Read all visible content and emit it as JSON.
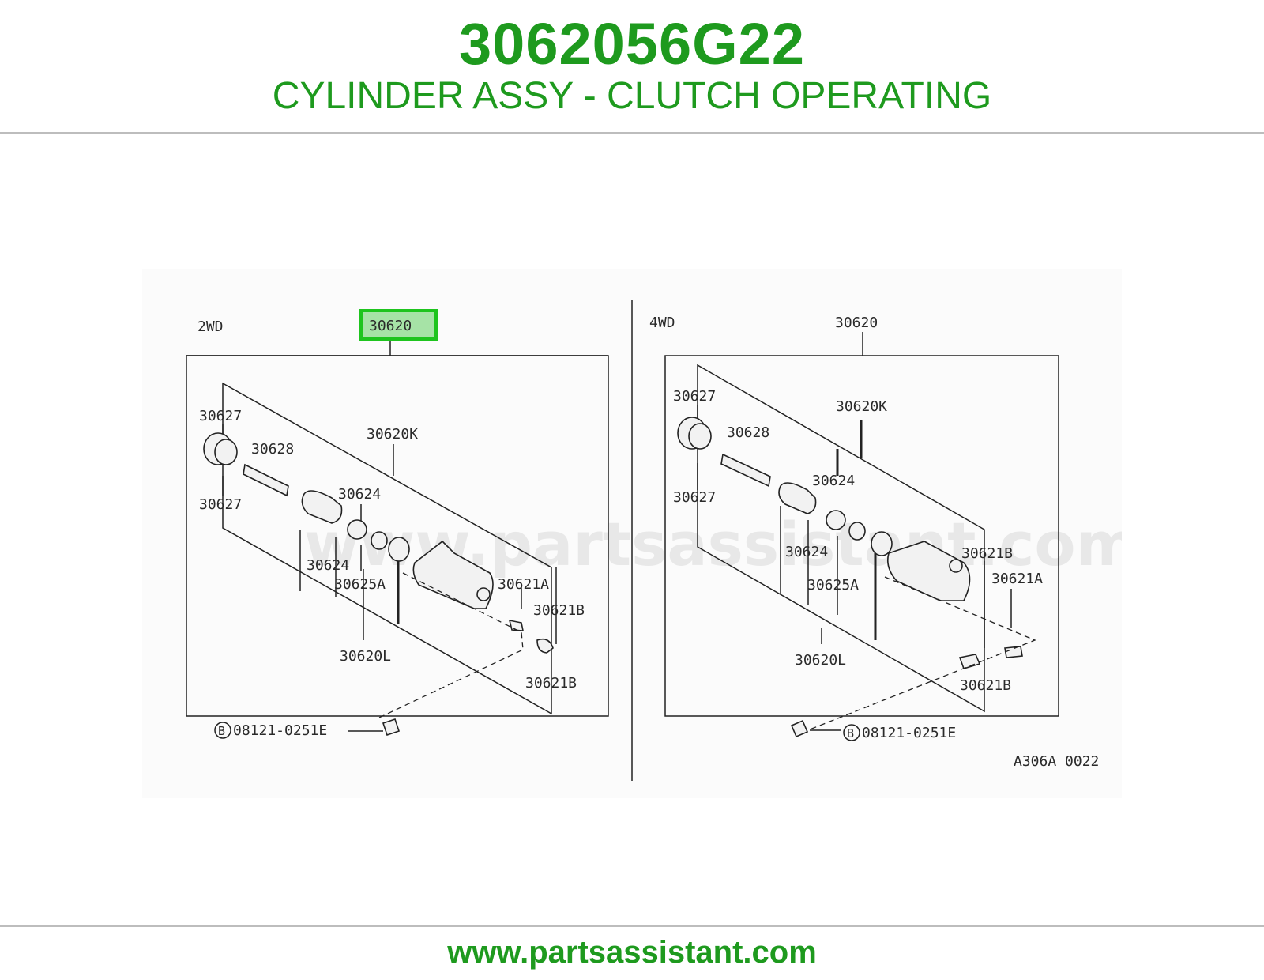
{
  "header": {
    "part_number": "3062056G22",
    "part_name": "CYLINDER ASSY - CLUTCH OPERATING"
  },
  "footer": {
    "url": "www.partsassistant.com"
  },
  "colors": {
    "brand_green": "#1e9a1e",
    "highlight_fill": "#a6e3a6",
    "highlight_border": "#1ec41e"
  },
  "diagram": {
    "watermark": "www.partsassistant.com",
    "figure_code": "A306A 0022",
    "left": {
      "variant": "2WD",
      "assembly": "30620",
      "labels": {
        "seal_top": "30627",
        "seal_bottom": "30627",
        "rod": "30628",
        "kit_k": "30620K",
        "piston_top": "30624",
        "piston_bottom": "30624",
        "ring": "30625A",
        "kit_l": "30620L",
        "bleeder_a": "30621A",
        "bleeder_b_top": "30621B",
        "bleeder_b_bottom": "30621B",
        "bolt_marker": "B",
        "bolt": "08121-0251E"
      }
    },
    "right": {
      "variant": "4WD",
      "assembly": "30620",
      "labels": {
        "seal_top": "30627",
        "seal_bottom": "30627",
        "rod": "30628",
        "kit_k": "30620K",
        "piston_top": "30624",
        "piston_bottom": "30624",
        "ring": "30625A",
        "kit_l": "30620L",
        "bleeder_a": "30621A",
        "bleeder_b_top": "30621B",
        "bleeder_b_bottom": "30621B",
        "bolt_marker": "B",
        "bolt": "08121-0251E"
      }
    }
  }
}
